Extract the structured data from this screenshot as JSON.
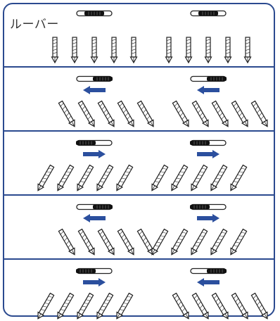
{
  "diagram": {
    "title": "ルーバー",
    "colors": {
      "border": "#2b4a8f",
      "divider": "#2b4a8f",
      "arrow": "#2b4f9e",
      "louver_stroke": "#222222"
    },
    "patterns": [
      {
        "id": "straight-down",
        "left_slider": "center",
        "right_slider": "center",
        "left_arrow": "none",
        "right_arrow": "none",
        "left_louvers": "down",
        "right_louvers": "down"
      },
      {
        "id": "swing-left",
        "left_slider": "right",
        "right_slider": "right",
        "left_arrow": "left",
        "right_arrow": "left",
        "left_louvers": "lean-left",
        "right_louvers": "lean-left"
      },
      {
        "id": "swing-right",
        "left_slider": "left",
        "right_slider": "left",
        "left_arrow": "right",
        "right_arrow": "right",
        "left_louvers": "lean-right",
        "right_louvers": "lean-right"
      },
      {
        "id": "spread-outward",
        "left_slider": "right",
        "right_slider": "left",
        "left_arrow": "left",
        "right_arrow": "right",
        "left_louvers": "lean-left",
        "right_louvers": "lean-right"
      },
      {
        "id": "converge-center",
        "left_slider": "left",
        "right_slider": "right",
        "left_arrow": "right",
        "right_arrow": "left",
        "left_louvers": "lean-right",
        "right_louvers": "lean-left"
      }
    ],
    "louvers_per_group": 5
  }
}
